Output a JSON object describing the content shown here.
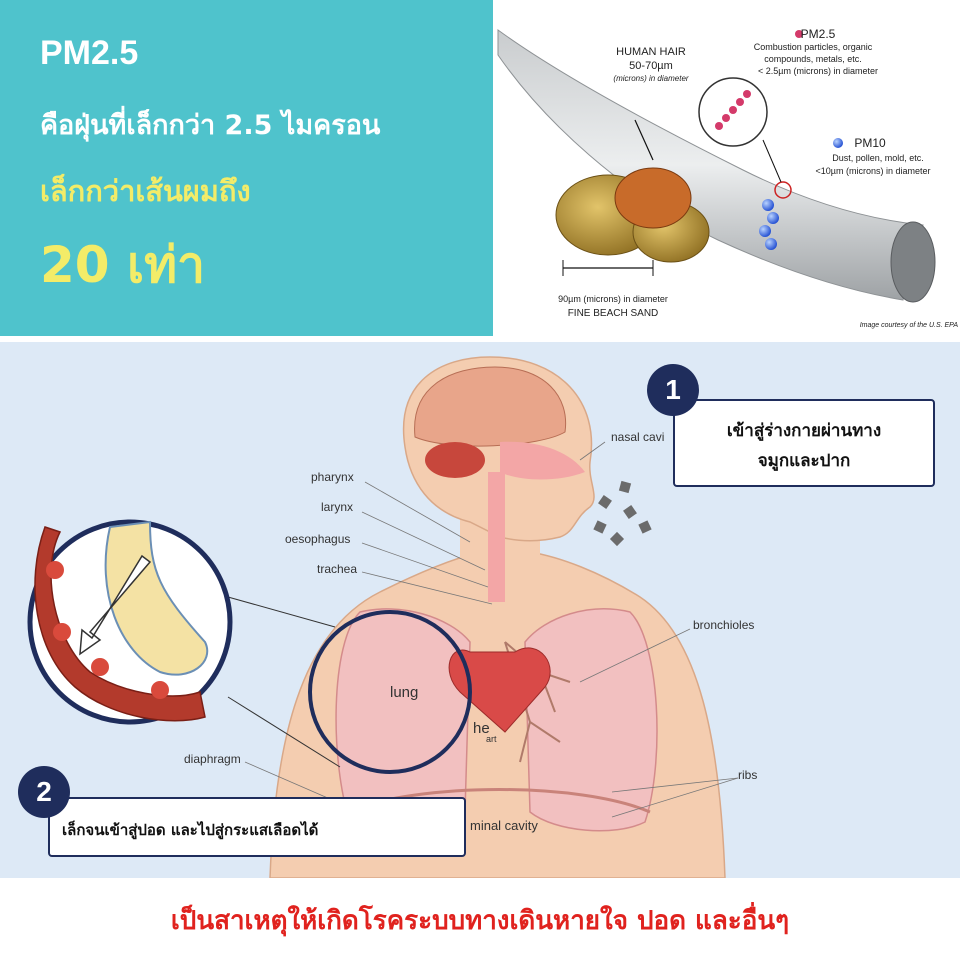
{
  "header": {
    "title": "PM2.5",
    "line1": "คือฝุ่นที่เล็กกว่า 2.5 ไมครอน",
    "line2": "เล็กกว่าเส้นผมถึง",
    "line3": "20 เท่า"
  },
  "hair_diagram": {
    "hair_label": "HUMAN HAIR",
    "hair_size": "50-70µm",
    "hair_note": "(microns) in diameter",
    "pm25_label": "PM2.5",
    "pm25_desc1": "Combustion particles, organic",
    "pm25_desc2": "compounds, metals, etc.",
    "pm25_size": "< 2.5µm (microns) in diameter",
    "pm10_label": "PM10",
    "pm10_desc": "Dust, pollen, mold, etc.",
    "pm10_size": "<10µm (microns) in diameter",
    "sand_size": "90µm (microns) in diameter",
    "sand_label": "FINE BEACH SAND",
    "credit": "Image courtesy of the U.S. EPA"
  },
  "anatomy": {
    "labels": {
      "nasal": "nasal cavi",
      "pharynx": "pharynx",
      "larynx": "larynx",
      "oesophagus": "oesophagus",
      "trachea": "trachea",
      "bronchioles": "bronchioles",
      "lung": "lung",
      "heart_a": "he",
      "heart_b": "art",
      "diaphragm": "diaphragm",
      "ribs": "ribs",
      "abdominal": "minal cavity"
    },
    "callout1": {
      "number": "1",
      "line1": "เข้าสู่ร่างกายผ่านทาง",
      "line2": "จมูกและปาก"
    },
    "callout2": {
      "number": "2",
      "text": "เล็กจนเข้าสู่ปอด และไปสู่กระแสเลือดได้"
    }
  },
  "footer": {
    "text": "เป็นสาเหตุให้เกิดโรคระบบทางเดินหายใจ ปอด และอื่นๆ"
  },
  "colors": {
    "teal": "#4fc3cc",
    "yellow": "#f3ec68",
    "navy": "#1f2d5c",
    "red": "#e0221e"
  }
}
